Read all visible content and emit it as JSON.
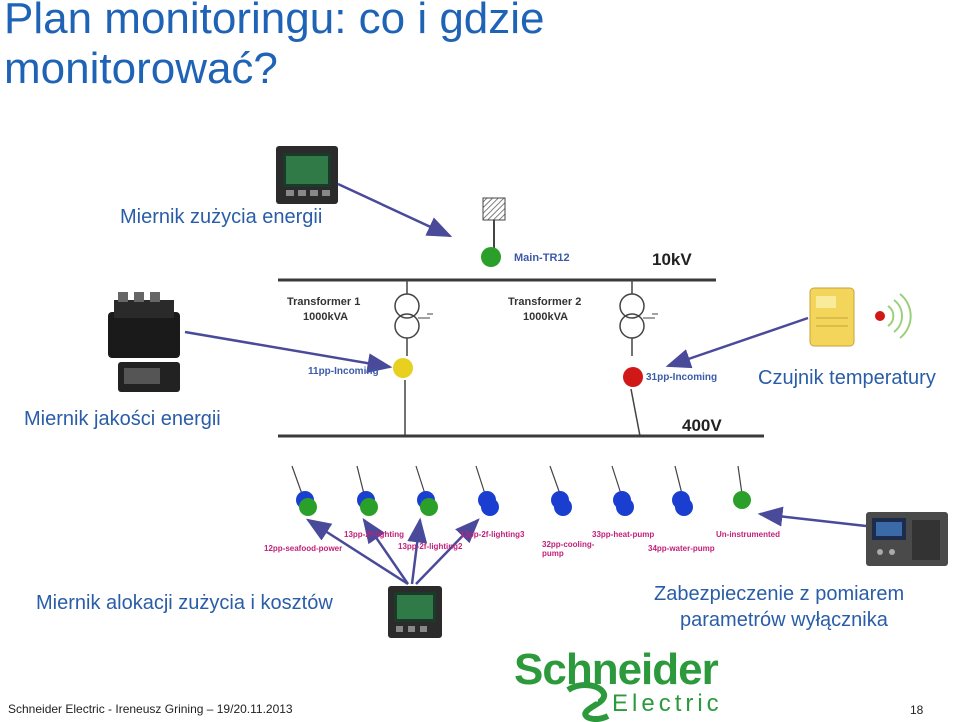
{
  "slide": {
    "title_line1": "Plan monitoringu: co i gdzie",
    "title_line2": "monitorować?",
    "page_number": "18",
    "footer": "Schneider Electric - Ireneusz Grining – 19/20.11.2013"
  },
  "labels": {
    "energy_meter": "Miernik zużycia energii",
    "quality_meter": "Miernik jakości energii",
    "temp_sensor": "Czujnik temperatury",
    "allocation_meter": "Miernik alokacji zużycia i kosztów",
    "breaker_line1": "Zabezpieczenie z pomiarem",
    "breaker_line2": "parametrów wyłącznika"
  },
  "diagram": {
    "main_label": "Main-TR12",
    "voltage_hv": "10kV",
    "voltage_lv": "400V",
    "transformer1_name": "Transformer 1",
    "transformer1_rating": "1000kVA",
    "transformer2_name": "Transformer 2",
    "transformer2_rating": "1000kVA",
    "incoming1": "11pp-Incoming",
    "incoming2": "31pp-Incoming",
    "feeders": [
      "12pp-seafood-power",
      "13pp-2f-lighting",
      "13pp-2f-lighting2",
      "13pp-2f-lighting3",
      "32pp-cooling-pump",
      "33pp-heat-pump",
      "34pp-water-pump",
      "Un-instrumented"
    ]
  },
  "logo": {
    "top": "Schneider",
    "bottom": "Electric"
  },
  "colors": {
    "title": "#1f63b6",
    "arrow": "#4a4a9a",
    "bus": "#3a3a3a",
    "green": "#2aa02a",
    "blue": "#1a3fd0",
    "red": "#d01818",
    "yellow": "#e8d020",
    "brand": "#2c9a3c",
    "feeder_label": "#c2207a"
  }
}
